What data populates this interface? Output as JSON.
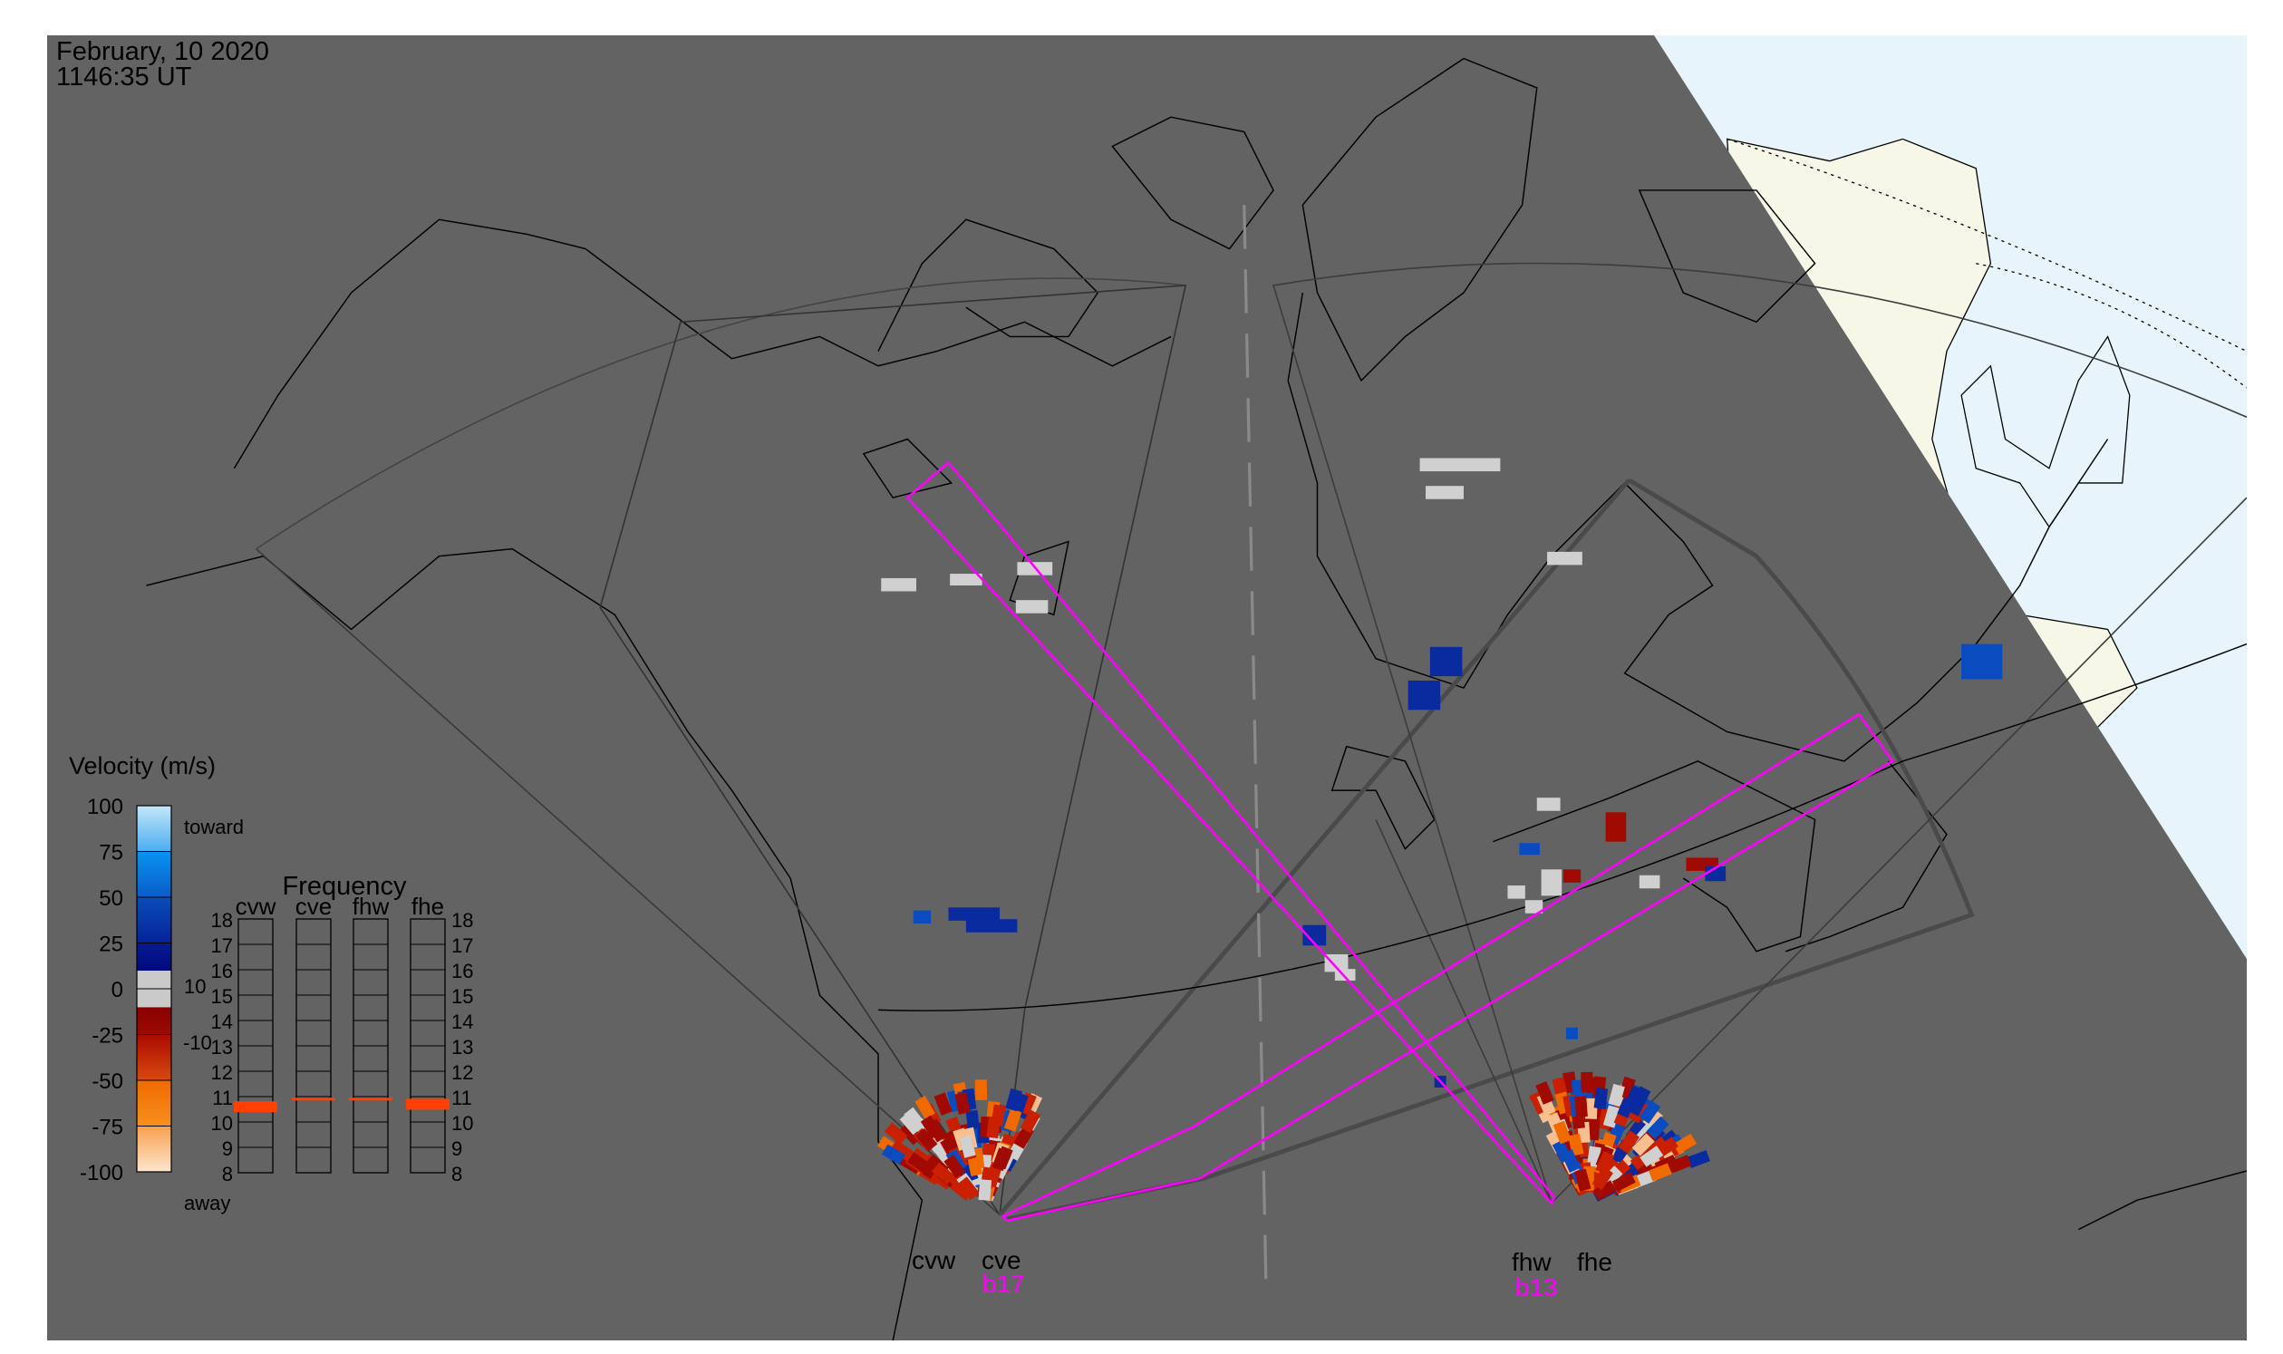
{
  "header": {
    "date": "February, 10 2020",
    "time": "1146:35 UT"
  },
  "legend": {
    "title": "Velocity (m/s)",
    "ticks": [
      "100",
      "75",
      "50",
      "25",
      "0",
      "-25",
      "-50",
      "-75",
      "-100"
    ],
    "toward_label": "toward",
    "away_label": "away",
    "gray_band_labels": [
      "10",
      "-10"
    ]
  },
  "frequency_panel": {
    "title": "Frequency",
    "stations": [
      "cvw",
      "cve",
      "fhw",
      "fhe"
    ],
    "ticks": [
      "8",
      "9",
      "10",
      "11",
      "12",
      "13",
      "14",
      "15",
      "16",
      "17",
      "18"
    ],
    "range_mhz": [
      8,
      18
    ],
    "active_freq_mhz": {
      "cvw": 10.6,
      "cve": 10.9,
      "fhw": 10.9,
      "fhe": 10.7
    }
  },
  "sites": [
    {
      "west": "cvw",
      "east": "cve",
      "beam": "b17"
    },
    {
      "west": "fhw",
      "east": "fhe",
      "beam": "b13"
    }
  ],
  "colors": {
    "map_bg": "#636363",
    "day_water": "#e8f4fc",
    "day_land": "#f7f7e8",
    "beam": "#ff00ff",
    "freq_bar": "#ff4000"
  }
}
